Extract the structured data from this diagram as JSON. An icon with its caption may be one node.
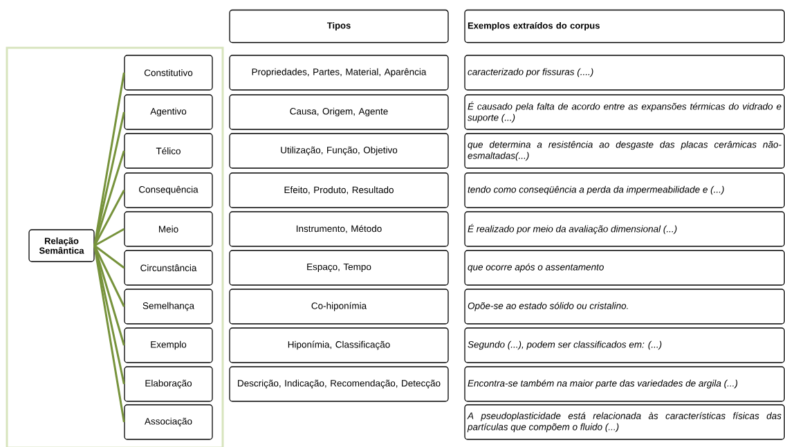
{
  "diagram": {
    "nodes": [
      {
        "text": [],
        "shape": "box"
      },
      {
        "text": [
          "Relação Semântica"
        ],
        "in": 0
      },
      {
        "text": [
          "Constitutivo"
        ],
        "in": 0
      },
      {
        "text": [
          "Agentivo"
        ],
        "in": 0
      },
      {
        "text": [
          "Télico"
        ],
        "in": 0
      },
      {
        "text": [
          "Consequência"
        ],
        "in": 0
      },
      {
        "text": [
          "Meio"
        ],
        "in": 0
      },
      {
        "text": [
          "Circunstância"
        ],
        "in": 0
      },
      {
        "text": [
          "Semelhança"
        ],
        "in": 0
      },
      {
        "text": [
          "Exemplo"
        ],
        "in": 0
      },
      {
        "text": [
          "Elaboração"
        ],
        "in": 0
      },
      {
        "text": [
          "Associação"
        ],
        "in": 0
      },
      {
        "text": [
          "Tipos"
        ]
      },
      {
        "text": [
          "Exemplos extraídos do corpus"
        ]
      },
      {
        "text": [
          "Propriedades, Partes, Material, Aparência"
        ]
      },
      {
        "text": [
          "Causa, Origem, Agente"
        ]
      },
      {
        "text": [
          "Utilização, Função, Objetivo"
        ]
      },
      {
        "text": [
          "Efeito, Produto, Resultado"
        ]
      },
      {
        "text": [
          "Instrumento, Método"
        ]
      },
      {
        "text": [
          "Espaço, Tempo"
        ]
      },
      {
        "text": [
          "Co-hiponímia"
        ]
      },
      {
        "text": [
          "Hiponímia, Classificação"
        ]
      },
      {
        "text": [
          "Descrição, Indicação, Recomendação, Detecção"
        ]
      },
      {
        "text": [
          "caracterizado por fissuras (....)"
        ]
      },
      {
        "text": [
          "É causado pela falta de acordo entre as expansões térmicas do vidrado e suporte (...)"
        ]
      },
      {
        "text": [
          "que determina a resistência ao desgaste das placas cerâmicas não-esmaltadas(...)"
        ]
      },
      {
        "text": [
          "tendo como conseqüência a perda da impermeabilidade e (...)"
        ]
      },
      {
        "text": [
          "É realizado por meio da avaliação dimensional (...)"
        ]
      },
      {
        "text": [
          "que ocorre após o assentamento"
        ]
      },
      {
        "text": [
          "Opõe-se ao estado sólido ou cristalino."
        ]
      },
      {
        "text": [
          "Segundo (...), podem ser classificados em: (...)"
        ]
      },
      {
        "text": [
          "Encontra-se também na maior parte das variedades de argila (...)"
        ]
      },
      {
        "text": [
          "A pseudoplasticidade está relacionada às características físicas das partículas que compõem o fluido (...)"
        ]
      }
    ],
    "edges": [
      {
        "from": 1,
        "to": 2,
        "arrow": "none"
      },
      {
        "from": 1,
        "to": 3,
        "arrow": "none"
      },
      {
        "from": 1,
        "to": 4,
        "arrow": "none"
      },
      {
        "from": 1,
        "to": 5,
        "arrow": "none"
      },
      {
        "from": 1,
        "to": 6,
        "arrow": "none"
      },
      {
        "from": 1,
        "to": 7,
        "arrow": "none"
      },
      {
        "from": 1,
        "to": 8,
        "arrow": "none"
      },
      {
        "from": 1,
        "to": 9,
        "arrow": "none"
      },
      {
        "from": 1,
        "to": 10,
        "arrow": "none"
      },
      {
        "from": 1,
        "to": 11,
        "arrow": "none"
      }
    ]
  }
}
